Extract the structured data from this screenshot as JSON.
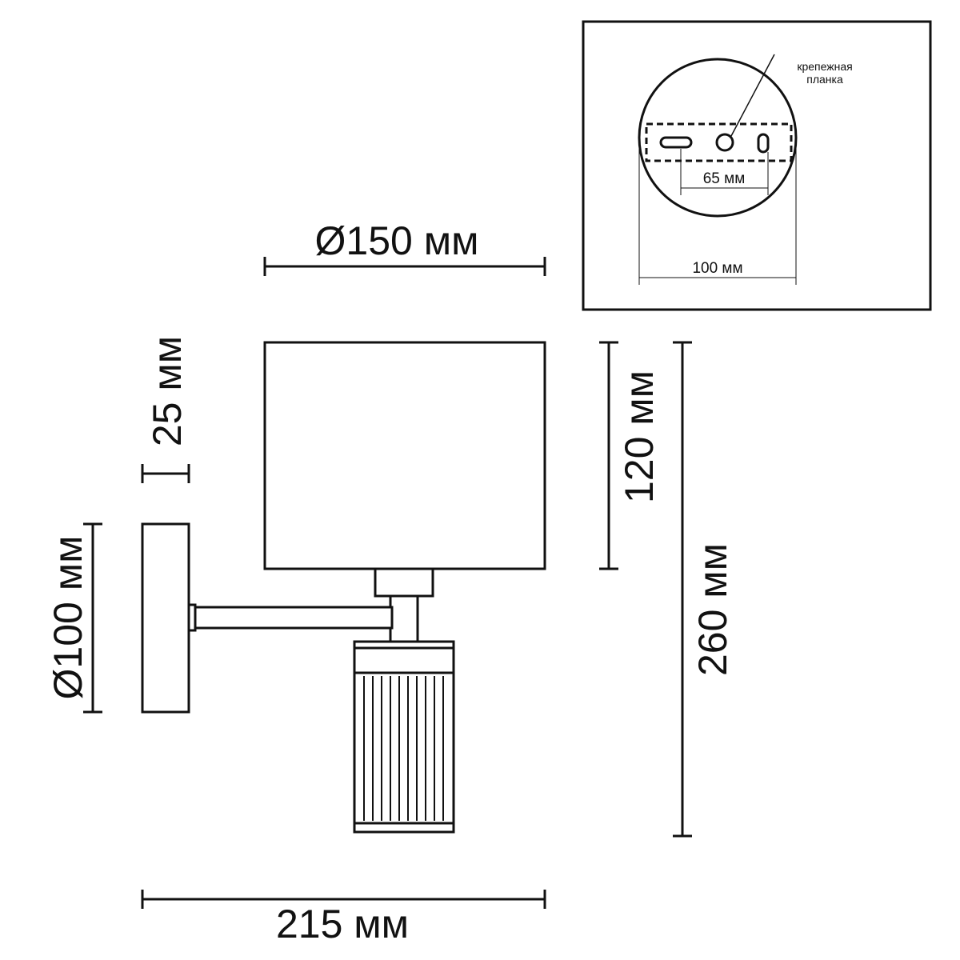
{
  "dimensions": {
    "shade_diameter": "Ø150 мм",
    "shade_height": "120 мм",
    "total_height": "260 мм",
    "total_depth": "215 мм",
    "base_diameter": "Ø100 мм",
    "base_thickness": "25 мм"
  },
  "inset": {
    "bracket_label_line1": "крепежная",
    "bracket_label_line2": "планка",
    "hole_spacing": "65 мм",
    "plate_diameter": "100 мм"
  },
  "colors": {
    "line": "#111111",
    "background": "#ffffff"
  }
}
